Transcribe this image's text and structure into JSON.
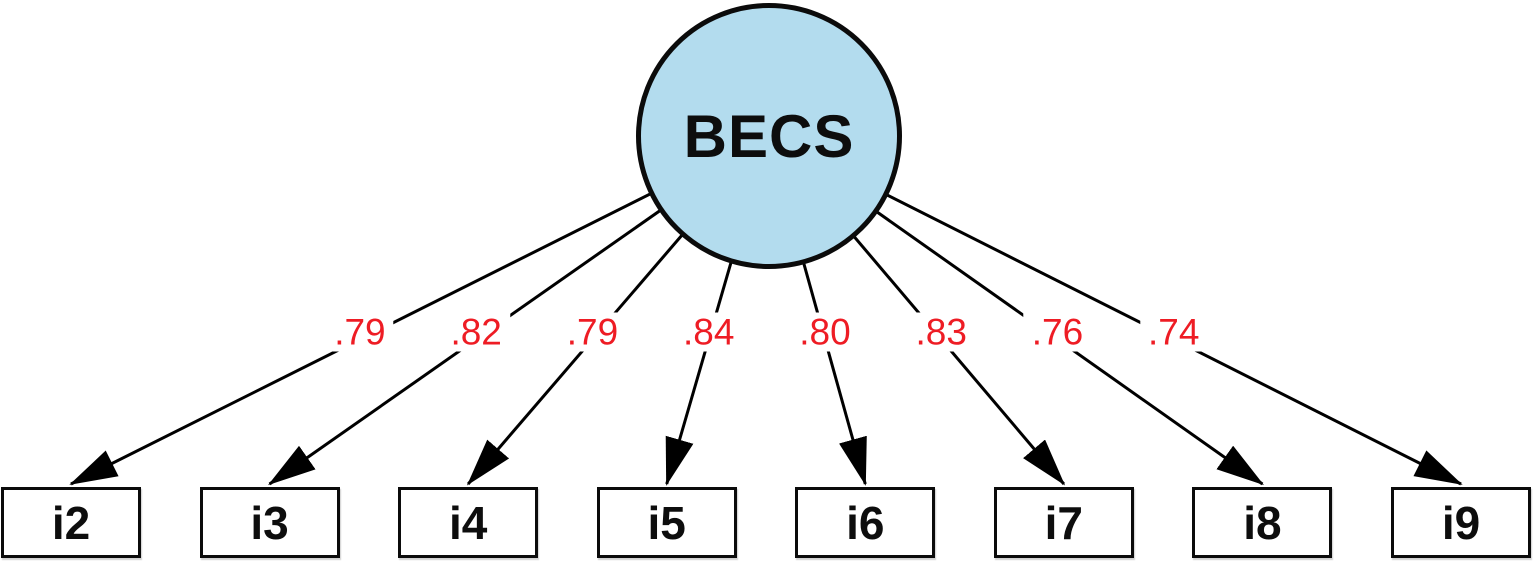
{
  "diagram": {
    "type": "confirmatory-factor-analysis-path-diagram",
    "factor": {
      "label": "BECS",
      "fill_color": "#b3dcee",
      "border_color": "#0b0b0b"
    },
    "edge_color": "#000000",
    "loading_color": "#ee1c24",
    "indicator_fill_color": "#ffffff",
    "indicator_border_color": "#0b0b0b",
    "indicators": [
      {
        "label": "i2",
        "loading": ".79"
      },
      {
        "label": "i3",
        "loading": ".82"
      },
      {
        "label": "i4",
        "loading": ".79"
      },
      {
        "label": "i5",
        "loading": ".84"
      },
      {
        "label": "i6",
        "loading": ".80"
      },
      {
        "label": "i7",
        "loading": ".83"
      },
      {
        "label": "i8",
        "loading": ".76"
      },
      {
        "label": "i9",
        "loading": ".74"
      }
    ]
  }
}
